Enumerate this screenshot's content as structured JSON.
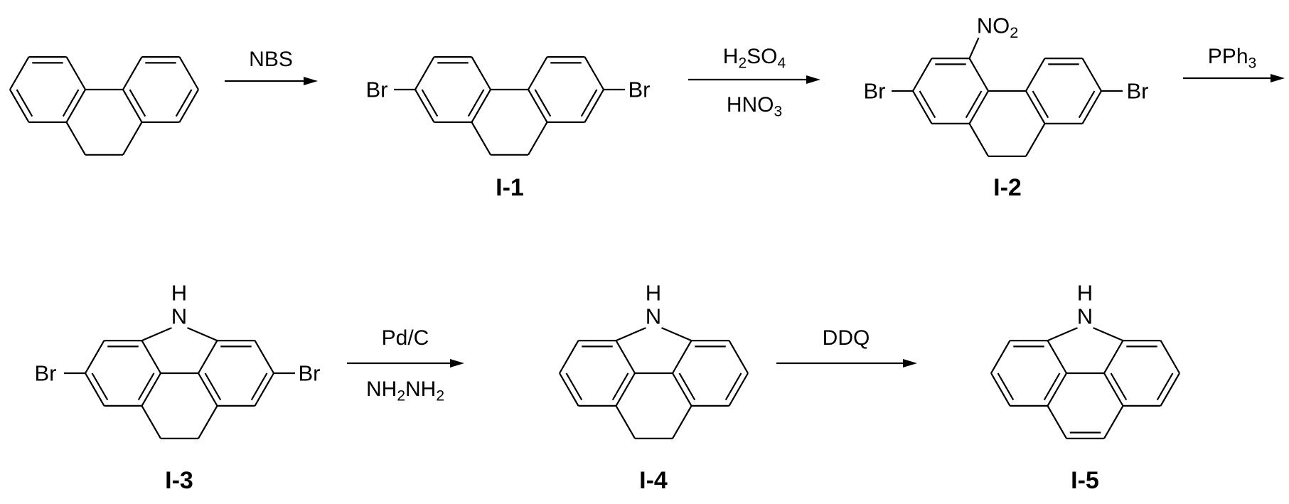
{
  "reagents": {
    "step1": "NBS",
    "step2_top": "H2SO4",
    "step2_bottom": "HNO3",
    "step3": "PPh3",
    "step4_top": "Pd/C",
    "step4_bottom": "NH2NH2",
    "step5": "DDQ"
  },
  "compounds": {
    "i1": "I-1",
    "i2": "I-2",
    "i3": "I-3",
    "i4": "I-4",
    "i5": "I-5"
  },
  "atoms": {
    "br": "Br",
    "nitro": "NO2",
    "n": "N",
    "h": "H"
  },
  "colors": {
    "ink": "#000000",
    "background": "#ffffff"
  }
}
